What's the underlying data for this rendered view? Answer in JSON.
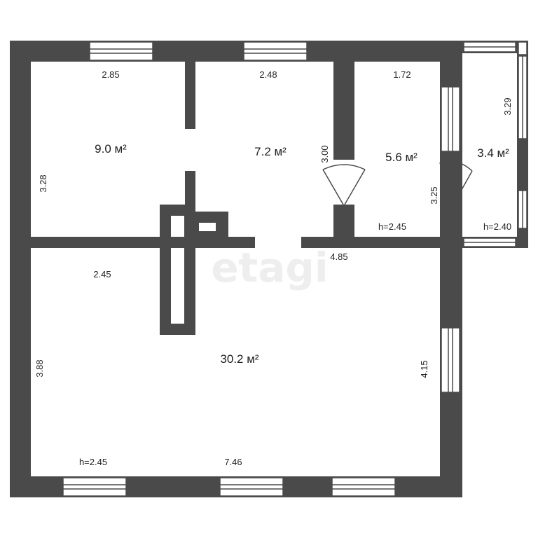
{
  "colors": {
    "wall": "#4a4a4a",
    "background": "#ffffff",
    "text": "#222222",
    "watermark": "#eeeeee"
  },
  "watermark": "etagi",
  "rooms": [
    {
      "id": "room-1",
      "area": "9.0 м²"
    },
    {
      "id": "room-2",
      "area": "7.2 м²"
    },
    {
      "id": "room-3",
      "area": "5.6 м²"
    },
    {
      "id": "balcony",
      "area": "3.4 м²"
    },
    {
      "id": "living",
      "area": "30.2 м²"
    }
  ],
  "dimensions": {
    "room1_width": "2.85",
    "room1_height": "3.28",
    "room1_bottom": "2.45",
    "room2_width": "2.48",
    "room2_height": "3.00",
    "room3_width": "1.72",
    "room3_height": "3.25",
    "balcony_height": "3.29",
    "living_top": "4.85",
    "living_left": "3.88",
    "living_right": "4.15",
    "living_bottom": "7.46"
  },
  "ceiling_heights": {
    "room3": "h=2.45",
    "balcony": "h=2.40",
    "living": "h=2.45"
  }
}
